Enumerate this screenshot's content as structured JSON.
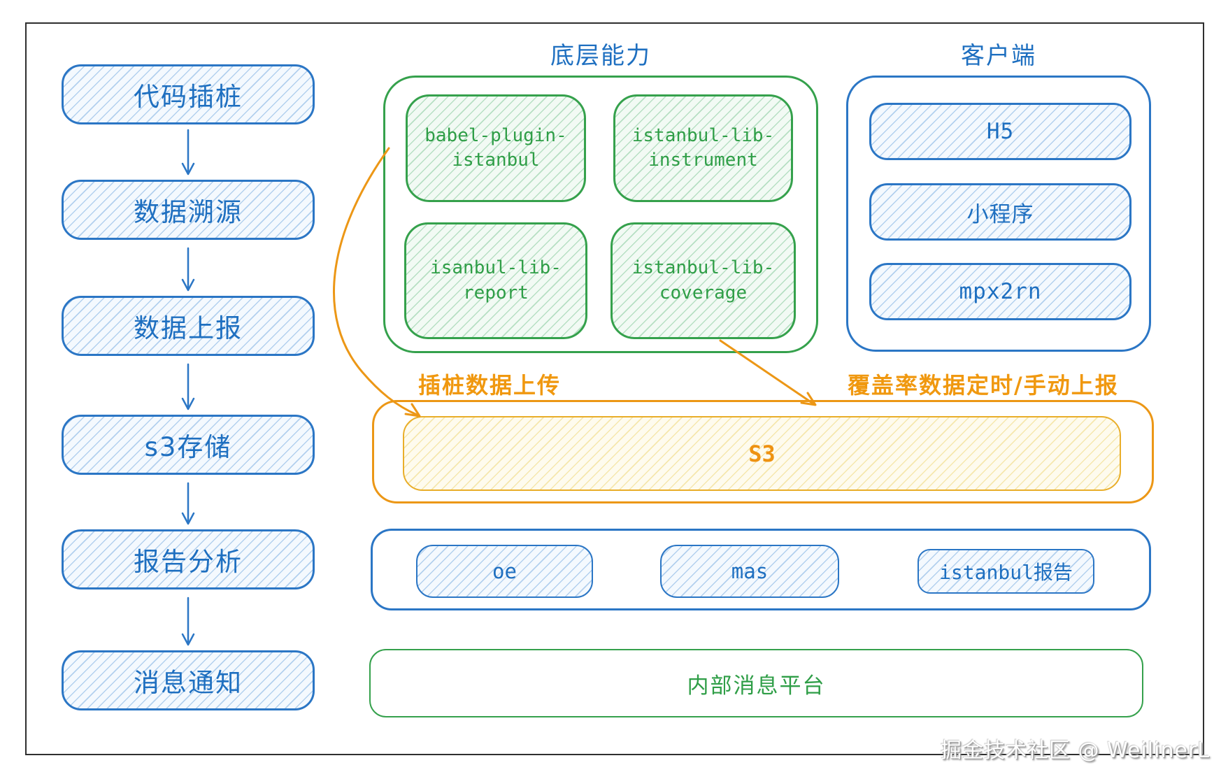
{
  "diagram": {
    "flow_steps": [
      "代码插桩",
      "数据溯源",
      "数据上报",
      "s3存储",
      "报告分析",
      "消息通知"
    ],
    "capabilities": {
      "title": "底层能力",
      "items": [
        "babel-plugin-istanbul",
        "istanbul-lib-instrument",
        "isanbul-lib-report",
        "istanbul-lib-coverage"
      ]
    },
    "clients": {
      "title": "客户端",
      "items": [
        "H5",
        "小程序",
        "mpx2rn"
      ]
    },
    "storage": {
      "label": "S3",
      "left_arrow_label": "插桩数据上传",
      "right_arrow_label": "覆盖率数据定时/手动上报"
    },
    "reports": {
      "items": [
        "oe",
        "mas",
        "istanbul报告"
      ]
    },
    "messaging": {
      "label": "内部消息平台"
    },
    "watermark": "掘金技术社区 @ WeilinerL",
    "colors": {
      "blue": "#2b76c5",
      "green": "#35a14c",
      "orange": "#ef9716",
      "yellow": "#e9ae2a",
      "frame_dark": "#2f2f2f"
    }
  }
}
